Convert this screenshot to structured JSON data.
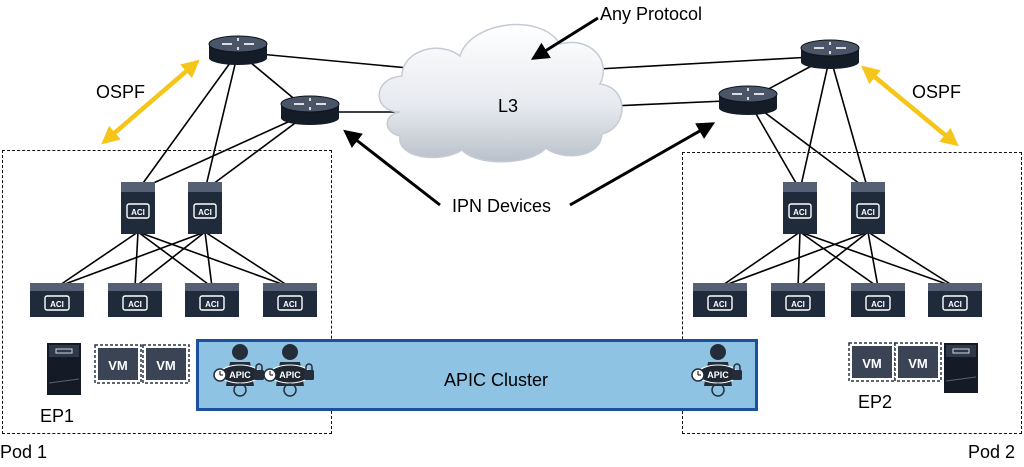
{
  "labels": {
    "any_protocol": "Any Protocol",
    "l3": "L3",
    "ospf_left": "OSPF",
    "ospf_right": "OSPF",
    "ipn_devices": "IPN Devices",
    "apic_cluster": "APIC Cluster",
    "ep1": "EP1",
    "ep2": "EP2",
    "pod1": "Pod 1",
    "pod2": "Pod 2"
  },
  "switch_badge": "ACI",
  "vm_badge": "VM",
  "apic_badge": "APIC",
  "colors": {
    "ospf_arrow": "#f5c518",
    "apic_fill": "#8ec3e3",
    "apic_border": "#1c4f9c",
    "device_dark": "#1f2a3a"
  },
  "icons": [
    "router-icon",
    "aci-spine-switch-icon",
    "aci-leaf-switch-icon",
    "server-icon",
    "vm-icon",
    "apic-controller-icon",
    "cloud-icon"
  ]
}
